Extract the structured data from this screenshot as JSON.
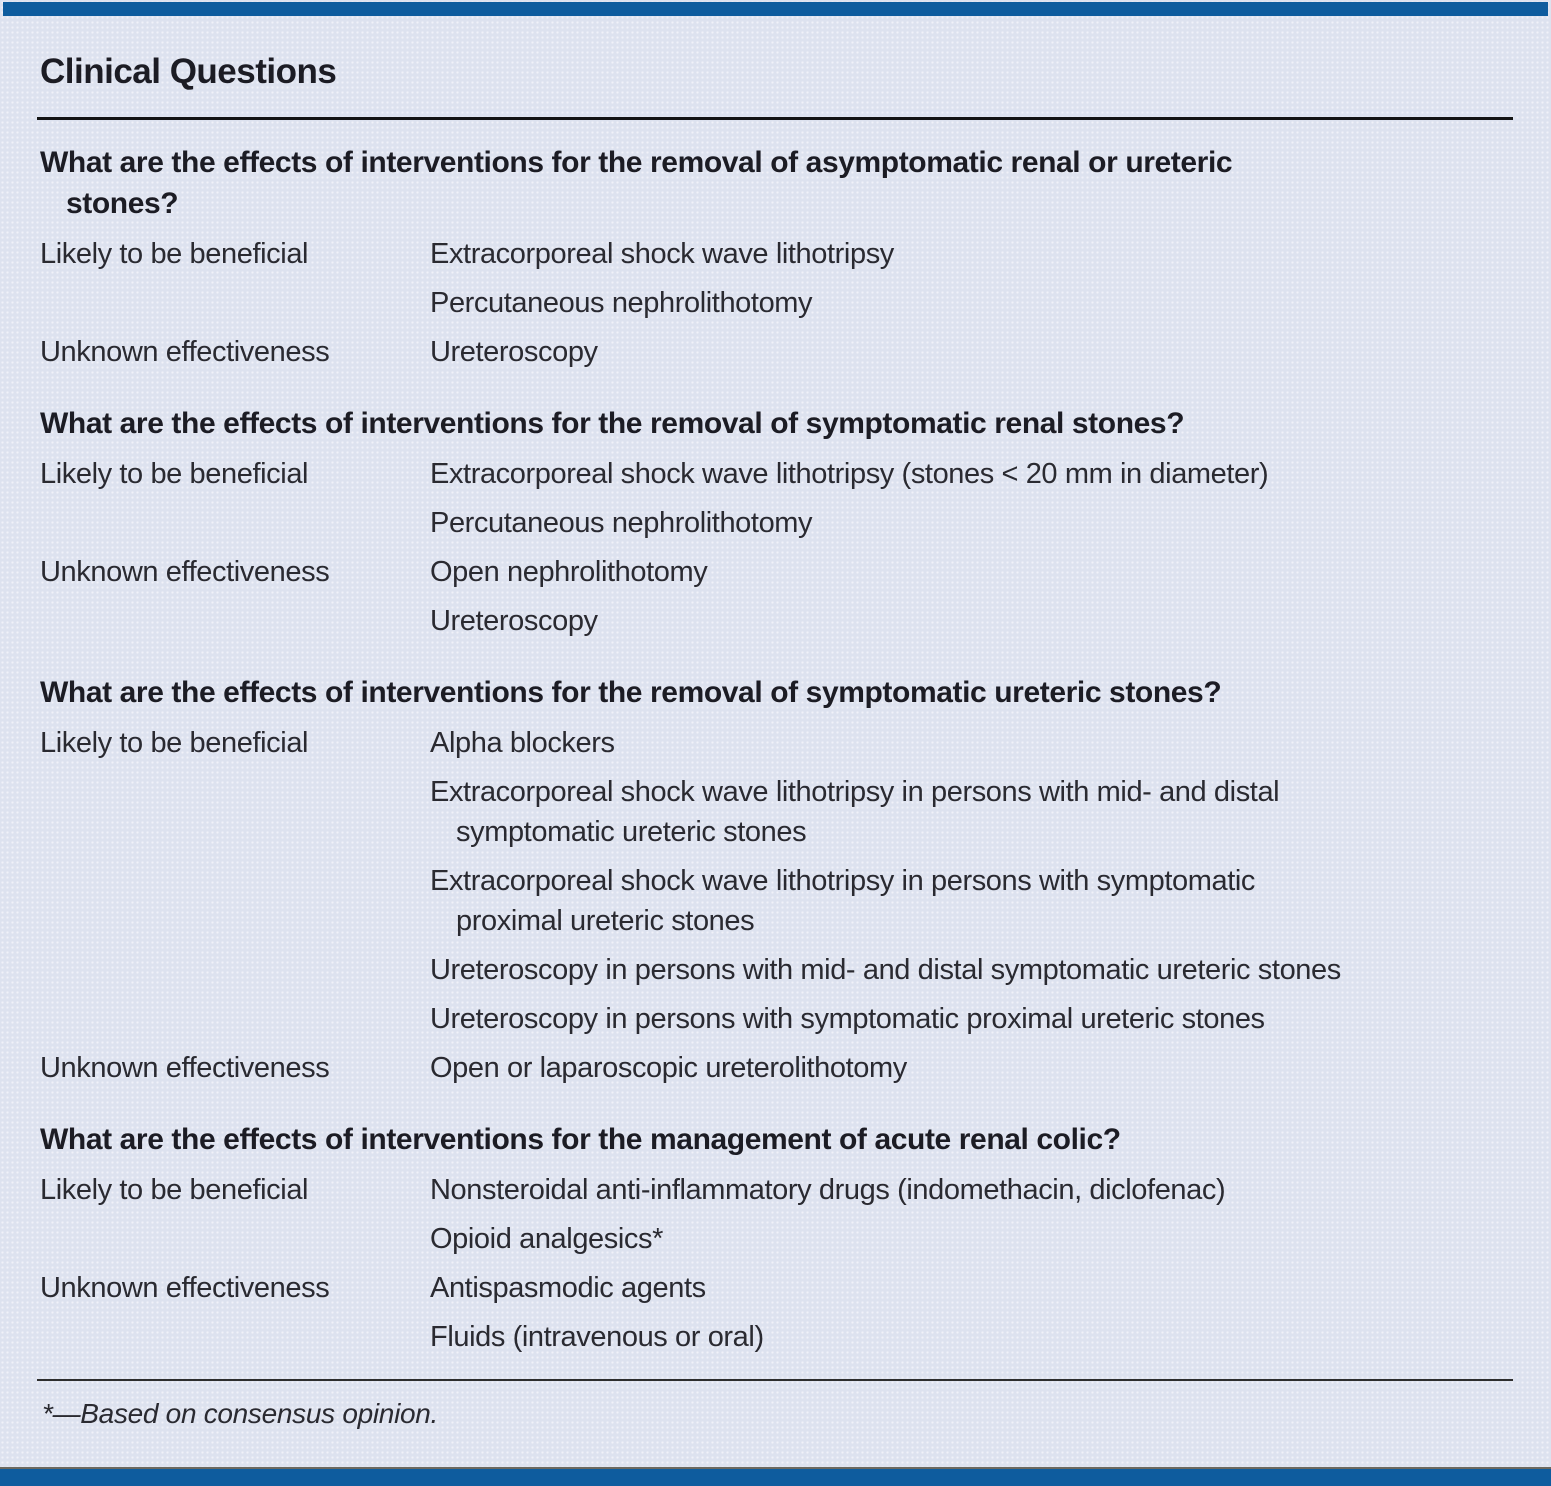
{
  "page": {
    "title": "Clinical Questions",
    "footnote": "*—Based on consensus opinion.",
    "colors": {
      "bar_blue": "#0e5c9e",
      "background": "#dde2ef",
      "heading_text": "#1c1c24",
      "body_text": "#2a2a31",
      "rule_black": "#141414",
      "bottom_rule_gray": "#6b685f"
    }
  },
  "sections": [
    {
      "question": "What are the effects of interventions for the removal of asymptomatic renal or ureteric\nstones?",
      "rows": [
        {
          "label": "Likely to be beneficial",
          "items": [
            "Extracorporeal shock wave lithotripsy",
            "Percutaneous nephrolithotomy"
          ]
        },
        {
          "label": "Unknown effectiveness",
          "items": [
            "Ureteroscopy"
          ]
        }
      ]
    },
    {
      "question": "What are the effects of interventions for the removal of symptomatic renal stones?",
      "rows": [
        {
          "label": "Likely to be beneficial",
          "items": [
            "Extracorporeal shock wave lithotripsy (stones < 20 mm in diameter)",
            "Percutaneous nephrolithotomy"
          ]
        },
        {
          "label": "Unknown effectiveness",
          "items": [
            "Open nephrolithotomy",
            "Ureteroscopy"
          ]
        }
      ]
    },
    {
      "question": "What are the effects of interventions for the removal of symptomatic ureteric stones?",
      "rows": [
        {
          "label": "Likely to be beneficial",
          "items": [
            "Alpha blockers",
            "Extracorporeal shock wave lithotripsy in persons with mid- and distal\nsymptomatic ureteric stones",
            "Extracorporeal shock wave lithotripsy in persons with symptomatic\nproximal ureteric stones",
            "Ureteroscopy in persons with mid- and distal symptomatic ureteric stones",
            "Ureteroscopy in persons with symptomatic proximal ureteric stones"
          ]
        },
        {
          "label": "Unknown effectiveness",
          "items": [
            "Open or laparoscopic ureterolithotomy"
          ]
        }
      ]
    },
    {
      "question": "What are the effects of interventions for the management of acute renal colic?",
      "rows": [
        {
          "label": "Likely to be beneficial",
          "items": [
            "Nonsteroidal anti-inflammatory drugs (indomethacin, diclofenac)",
            "Opioid analgesics*"
          ]
        },
        {
          "label": "Unknown effectiveness",
          "items": [
            "Antispasmodic agents",
            "Fluids (intravenous or oral)"
          ]
        }
      ]
    }
  ]
}
